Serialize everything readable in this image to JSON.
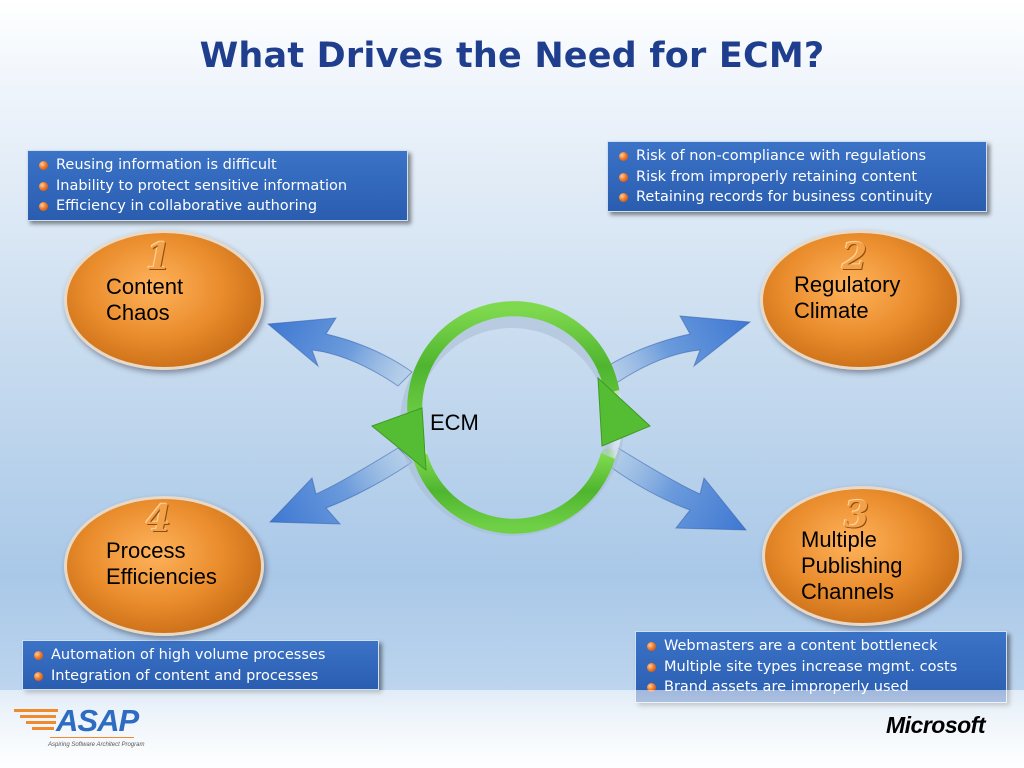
{
  "title": "What Drives the Need for ECM?",
  "center": {
    "label": "ECM"
  },
  "drivers": [
    {
      "number": "1",
      "line1": "Content",
      "line2": "Chaos",
      "line3": ""
    },
    {
      "number": "2",
      "line1": "Regulatory",
      "line2": "Climate",
      "line3": ""
    },
    {
      "number": "3",
      "line1": "Multiple",
      "line2": "Publishing",
      "line3": "Channels"
    },
    {
      "number": "4",
      "line1": "Process",
      "line2": "Efficiencies",
      "line3": ""
    }
  ],
  "boxes": {
    "top_left": [
      "Reusing information is difficult",
      "Inability to protect sensitive information",
      "Efficiency in collaborative authoring"
    ],
    "top_right": [
      "Risk of non-compliance with regulations",
      "Risk from improperly retaining content",
      "Retaining records for business continuity"
    ],
    "bottom_left": [
      "Automation of high volume processes",
      "Integration of content and processes"
    ],
    "bottom_right": [
      "Webmasters are a content bottleneck",
      "Multiple site types increase mgmt. costs",
      "Brand assets are improperly used"
    ]
  },
  "logos": {
    "asap": "ASAP",
    "asap_tagline": "Aspiring Software Architect Program",
    "microsoft": "Microsoft"
  },
  "colors": {
    "title": "#1f3f8e",
    "box_blue": "#2f63b8",
    "oval_orange": "#e98c2c",
    "ring_green": "#5ec23a",
    "arrow_blue": "#4f86d6"
  }
}
